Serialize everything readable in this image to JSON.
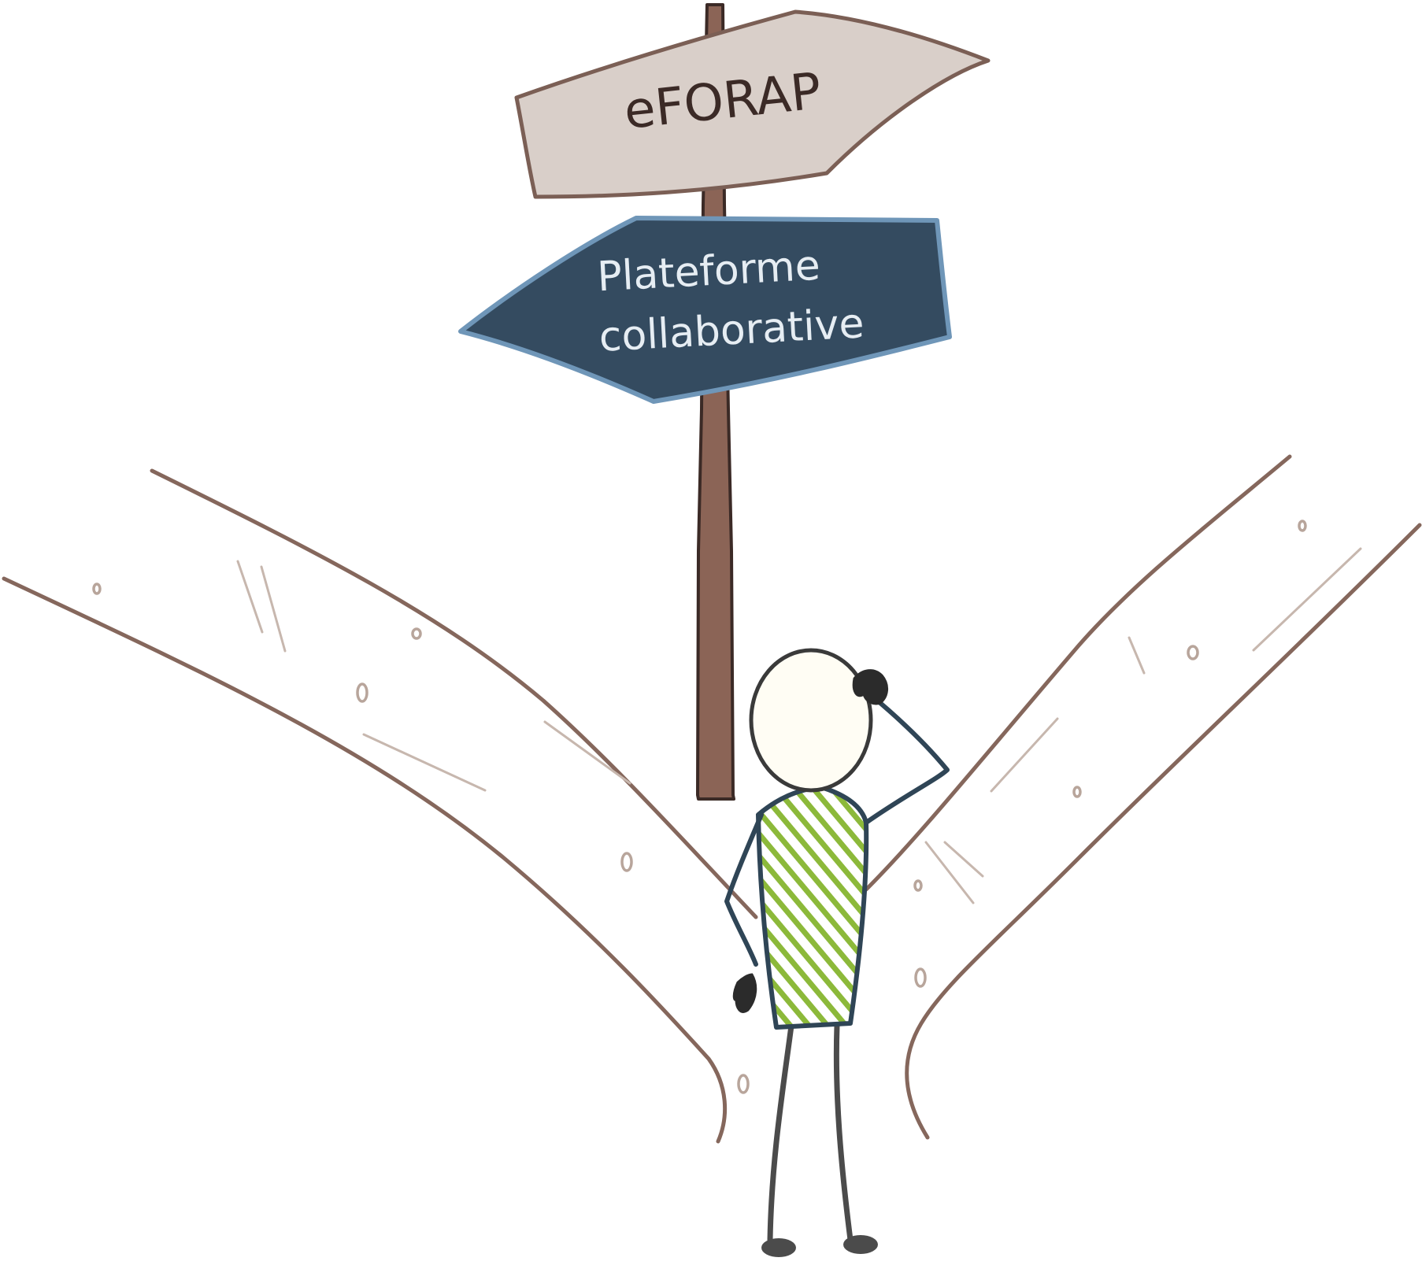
{
  "signs": {
    "top": {
      "label": "eFORAP",
      "fill": "#d9cfc9",
      "stroke": "#7b5f55",
      "text_color": "#3b2a26"
    },
    "bottom": {
      "line1": "Plateforme",
      "line2": "collaborative",
      "fill": "#344b60",
      "stroke": "#6f96b8",
      "text_color": "#e6edf3"
    }
  },
  "colors": {
    "post": "#8b6456",
    "road": "#85675c",
    "figure_outline": "#2f4556",
    "figure_head": "#fffdf4",
    "figure_stripes": "#8cb93a",
    "figure_legs": "#4b4b4b"
  }
}
